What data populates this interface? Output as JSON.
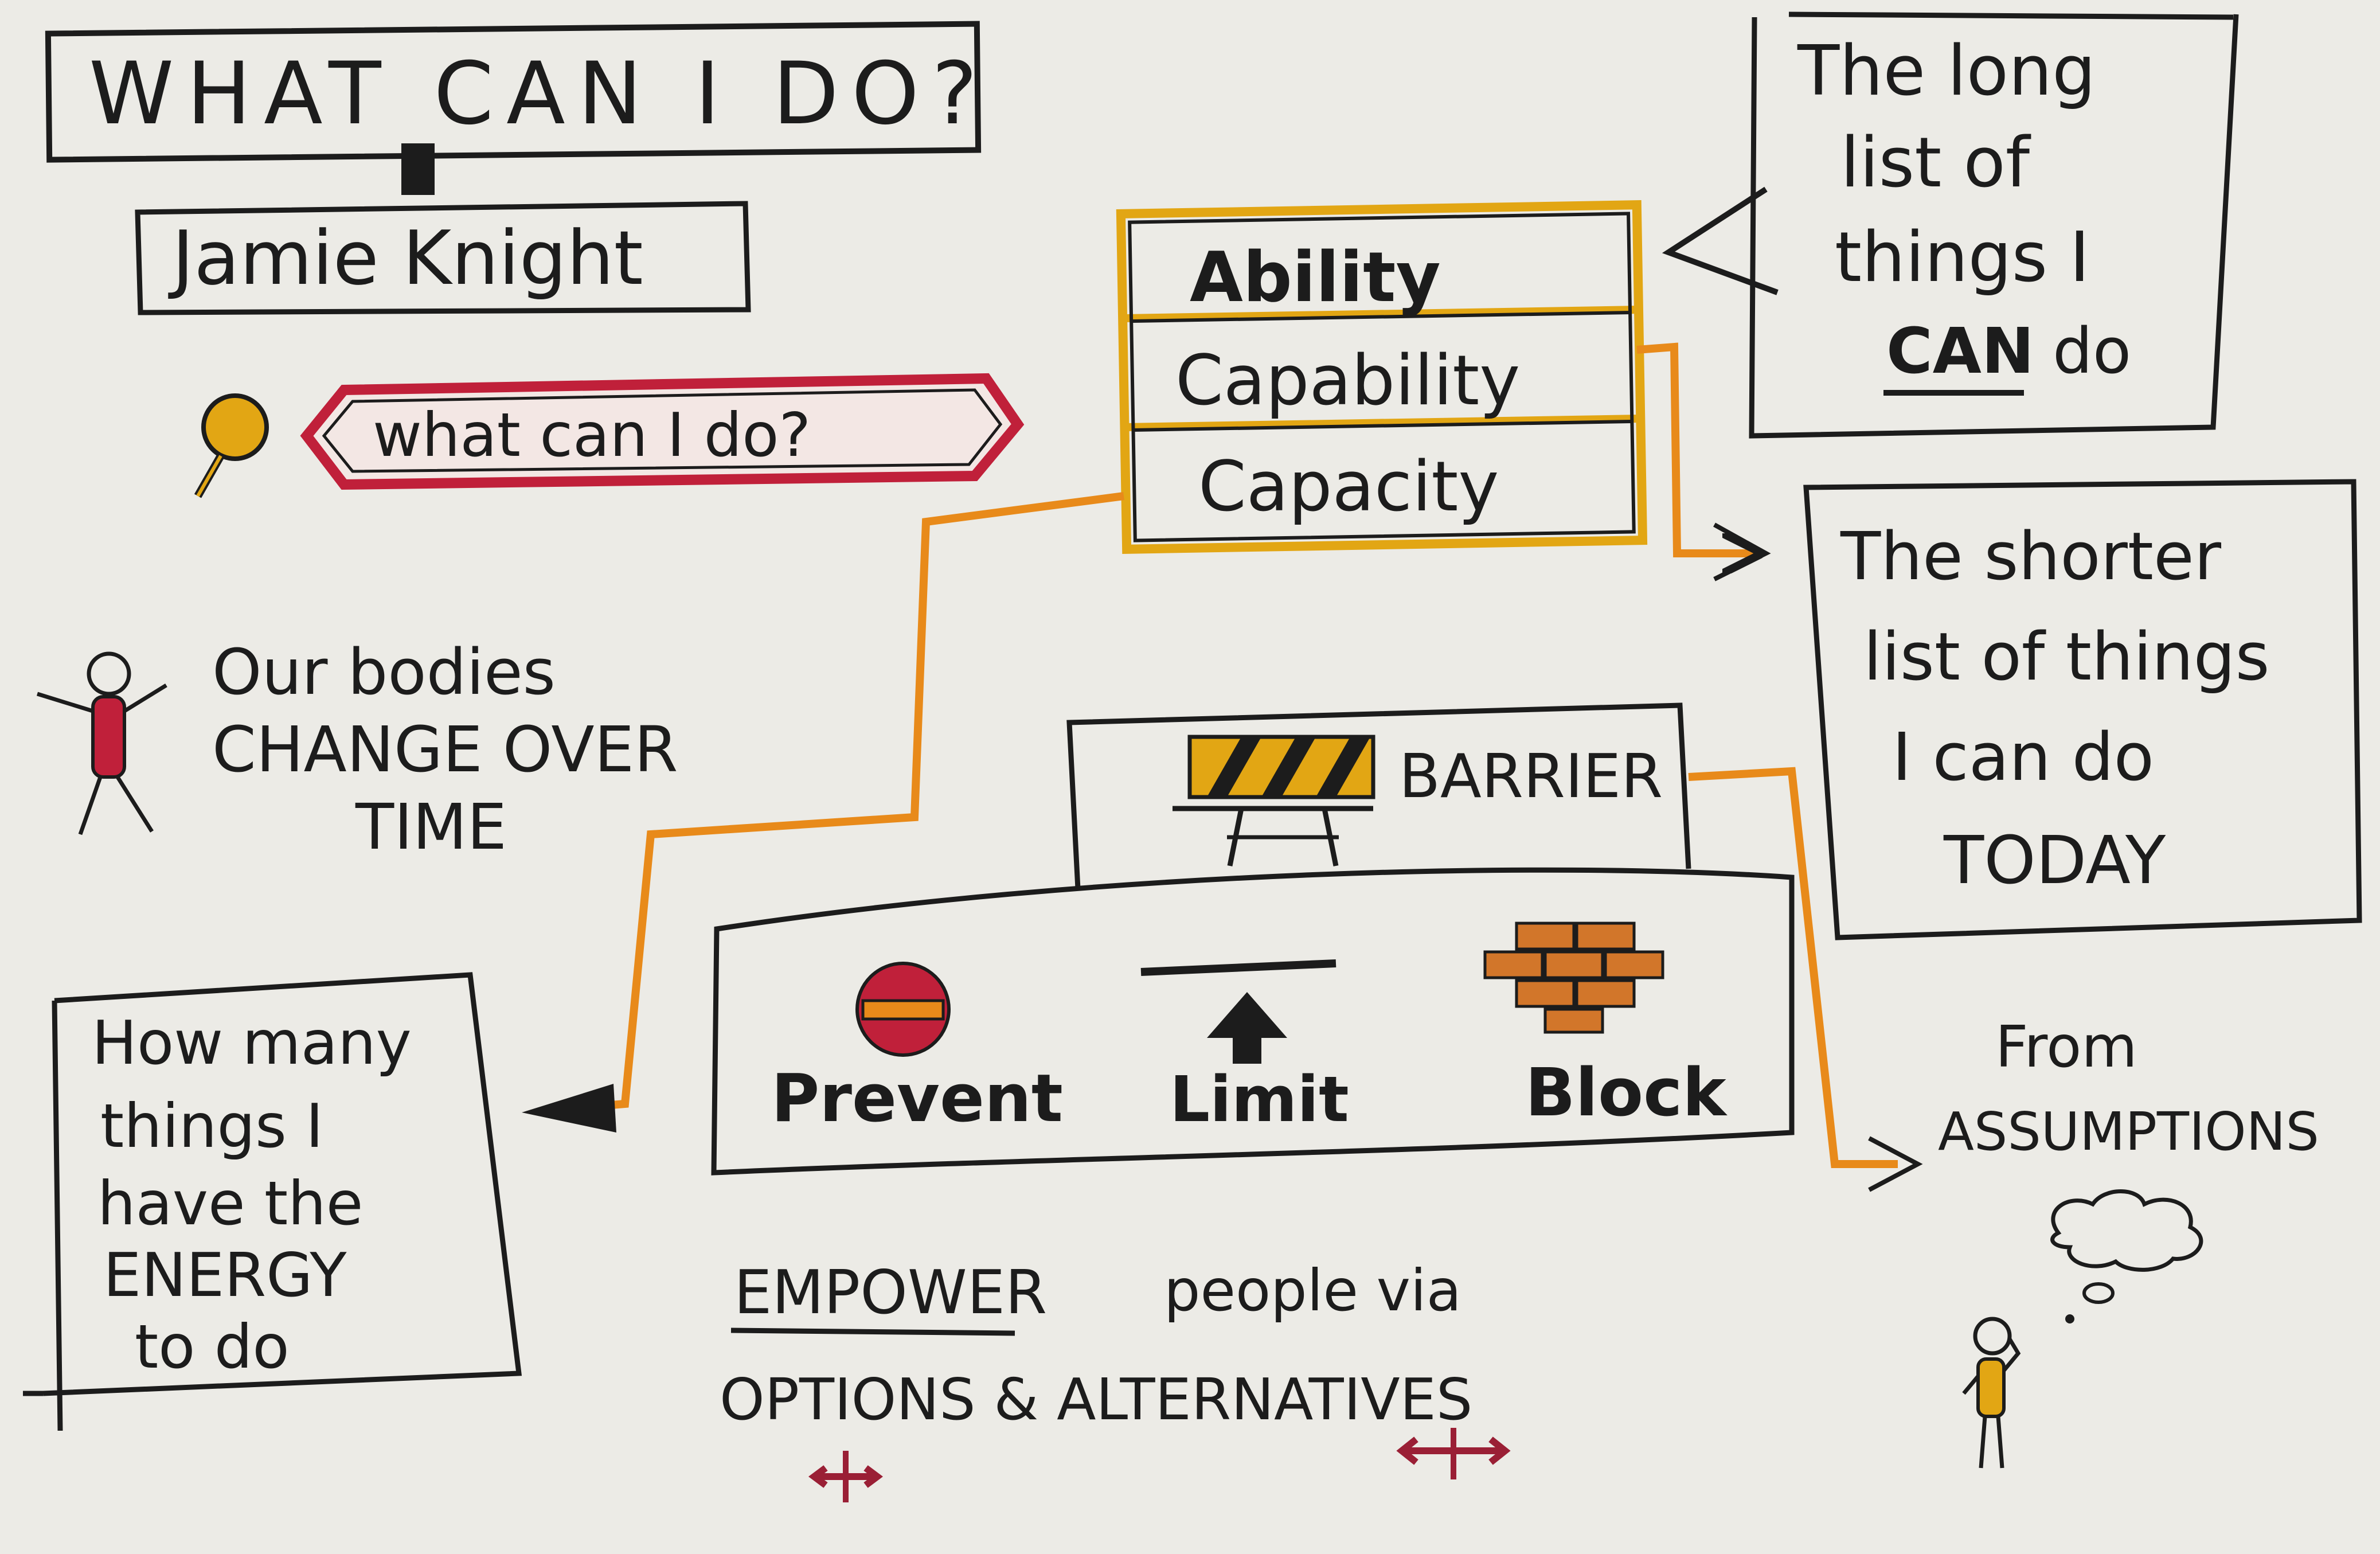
{
  "title": "WHAT CAN I DO?",
  "author": "Jamie Knight",
  "question": "what can I do?",
  "bodies_note": {
    "line1": "Our bodies",
    "line2": "CHANGE OVER",
    "line3": "TIME"
  },
  "stack": {
    "ability": "Ability",
    "capability": "Capability",
    "capacity": "Capacity"
  },
  "long_list": {
    "line1": "The long",
    "line2": "list of",
    "line3": "things I",
    "line4_emph": "CAN",
    "line4_rest": "do"
  },
  "shorter_list": {
    "line1": "The shorter",
    "line2": "list of things",
    "line3": "I can do",
    "line4": "TODAY"
  },
  "barrier": {
    "label": "BARRIER",
    "prevent": "Prevent",
    "limit": "Limit",
    "block": "Block"
  },
  "energy_box": {
    "line1": "How many",
    "line2": "things I",
    "line3": "have the",
    "line4": "ENERGY",
    "line5": "to do"
  },
  "assumptions": {
    "line1": "From",
    "line2": "ASSUMPTIONS"
  },
  "empower": {
    "emph": "EMPOWER",
    "rest": "people via",
    "line2": "OPTIONS & ALTERNATIVES"
  },
  "colors": {
    "paper": "#ecebe6",
    "ink": "#1c1c1c",
    "orange": "#e88a1a",
    "yellow": "#e2a614",
    "crimson": "#c0203a",
    "brick": "#d2762a"
  }
}
